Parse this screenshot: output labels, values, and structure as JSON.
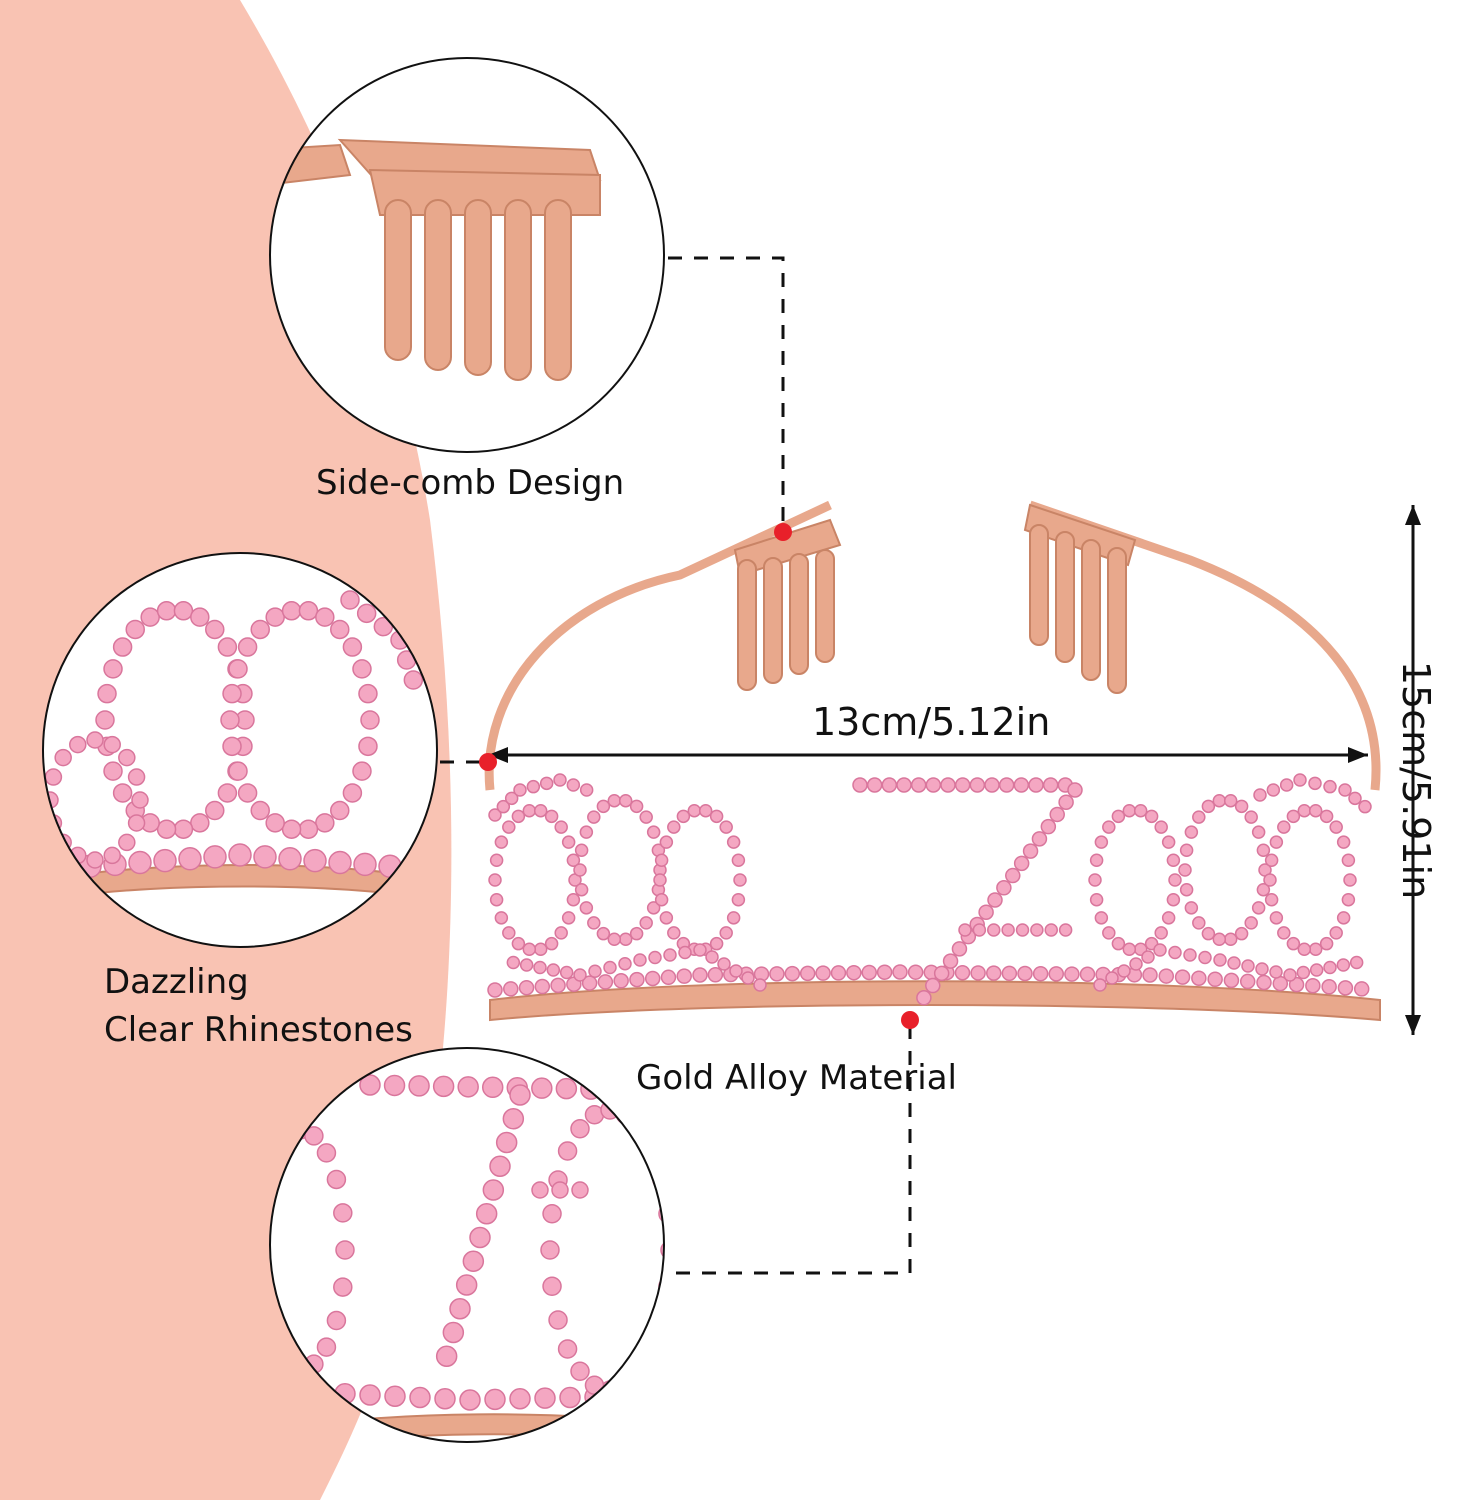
{
  "colors": {
    "background": "#ffffff",
    "side_panel": "#f9c3b3",
    "metal": "#e8a88c",
    "metal_dark": "#c98466",
    "rhinestone": "#f4a7c2",
    "rhinestone_dark": "#d9769c",
    "marker": "#e8202a",
    "line": "#111111"
  },
  "callouts": {
    "side_comb": {
      "label": "Side-comb Design"
    },
    "rhinestones": {
      "line1": "Dazzling",
      "line2": "Clear Rhinestones"
    },
    "alloy": {
      "label": "Gold Alloy Material"
    }
  },
  "dimensions": {
    "width": "13cm/5.12in",
    "height": "15cm/5.91in"
  }
}
